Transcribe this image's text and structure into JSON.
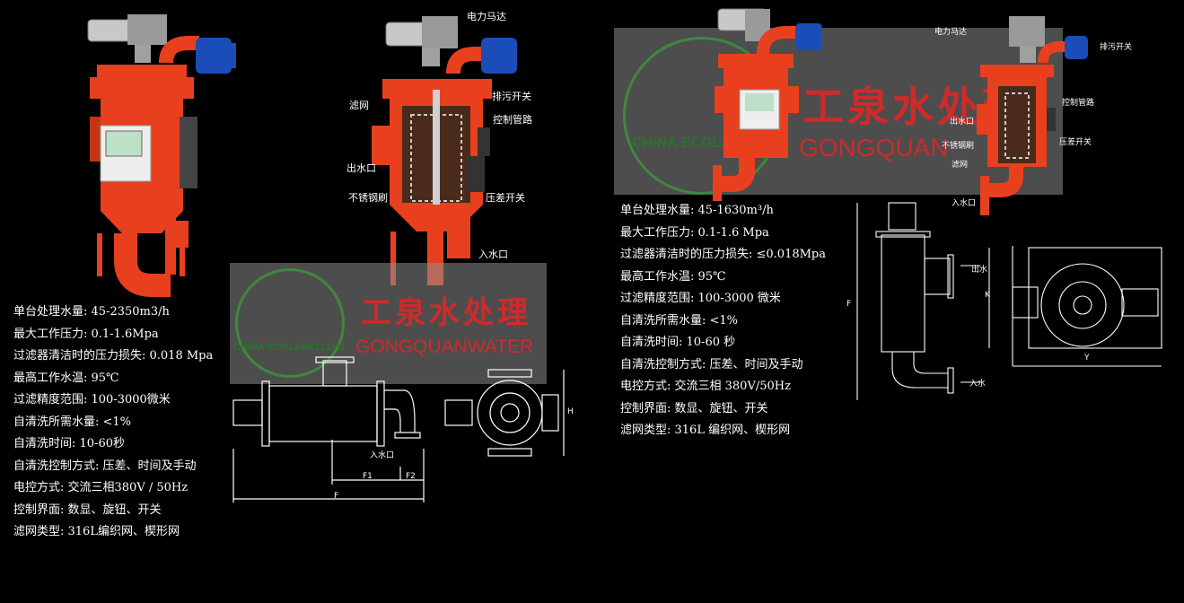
{
  "colors": {
    "background": "#000000",
    "body_red": "#e8401e",
    "valve_blue": "#1a4db8",
    "watermark_red": "#cf2a2a",
    "watermark_green": "#3c963c"
  },
  "left_product": {
    "labels": {
      "motor": "电力马达",
      "drain_switch": "排污开关",
      "filter_screen": "滤网",
      "control_pipe": "控制管路",
      "outlet": "出水口",
      "pressure_switch": "压差开关",
      "brush": "不锈钢刷",
      "inlet": "入水口"
    },
    "specs": [
      "单台处理水量: 45-2350m3/h",
      "最大工作压力: 0.1-1.6Mpa",
      "过滤器清洁时的压力损失: 0.018 Mpa",
      "最高工作水温: 95℃",
      "过滤精度范围: 100-3000微米",
      "自清洗所需水量: <1%",
      "自清洗时间: 10-60秒",
      "自清洗控制方式: 压差、时间及手动",
      "电控方式: 交流三相380V / 50Hz",
      "控制界面: 数显、旋钮、开关",
      "滤网类型: 316L编织网、楔形网"
    ],
    "drawing_labels": {
      "inlet": "入水口",
      "f1": "F1",
      "f2": "F2",
      "f": "F",
      "h": "H"
    }
  },
  "right_product": {
    "labels": {
      "motor": "电力马达",
      "drain_switch": "排污开关",
      "control_pipe": "控制管路",
      "outlet": "出水口",
      "pressure_switch": "压差开关",
      "brush": "不锈钢刷",
      "filter_screen": "滤网",
      "inlet": "入水口"
    },
    "specs": [
      "单台处理水量: 45-1630m³/h",
      "最大工作压力: 0.1-1.6 Mpa",
      "过滤器清洁时的压力损失: ≤0.018Mpa",
      "最高工作水温: 95℃",
      "过滤精度范围: 100-3000 微米",
      "自清洗所需水量: <1%",
      "自清洗时间: 10-60 秒",
      "自清洗控制方式: 压差、时间及手动",
      "电控方式: 交流三相 380V/50Hz",
      "控制界面: 数显、旋钮、开关",
      "滤网类型: 316L 编织网、楔形网"
    ],
    "drawing_labels": {
      "outlet_dim": "出水",
      "inlet_dim": "入水",
      "f": "F",
      "y": "Y",
      "k": "K"
    }
  },
  "watermark": {
    "cn": "工泉水处理",
    "en": "GONGQUANWATER",
    "en_right": "GONGQUAN",
    "eco": "CHINA ECOLABELLING",
    "eco_right": "CHINA ECOLAB"
  }
}
